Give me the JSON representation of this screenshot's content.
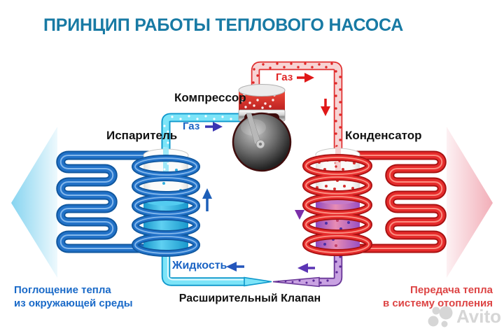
{
  "title": "ПРИНЦИП РАБОТЫ ТЕПЛОВОГО НАСОСА",
  "components": {
    "compressor": "Компрессор",
    "evaporator": "Испаритель",
    "condenser": "Конденсатор",
    "expansion_valve": "Расширительный Клапан"
  },
  "flows": {
    "gas_cold": "Газ",
    "gas_hot": "Газ",
    "liquid": "Жидкость"
  },
  "captions": {
    "absorb_line1": "Поглощение тепла",
    "absorb_line2": "из окружающей среды",
    "emit_line1": "Передача тепла",
    "emit_line2": "в систему отопления"
  },
  "watermark": "Avito",
  "colors": {
    "title": "#187aa4",
    "cold_pipe_outline": "#10579e",
    "cold_pipe_fill": "#2272c8",
    "cold_gas_pipe": "#7ce4f8",
    "hot_pipe_outline": "#a81111",
    "hot_pipe_fill": "#e62c2c",
    "hot_gas_pipe": "#f7d4d4",
    "hot_liquid_pipe": "#c9a2e2",
    "evaporator_liquid": "#2ab4e6",
    "caption_left": "#1a6ac8",
    "caption_right": "#dd4444"
  }
}
